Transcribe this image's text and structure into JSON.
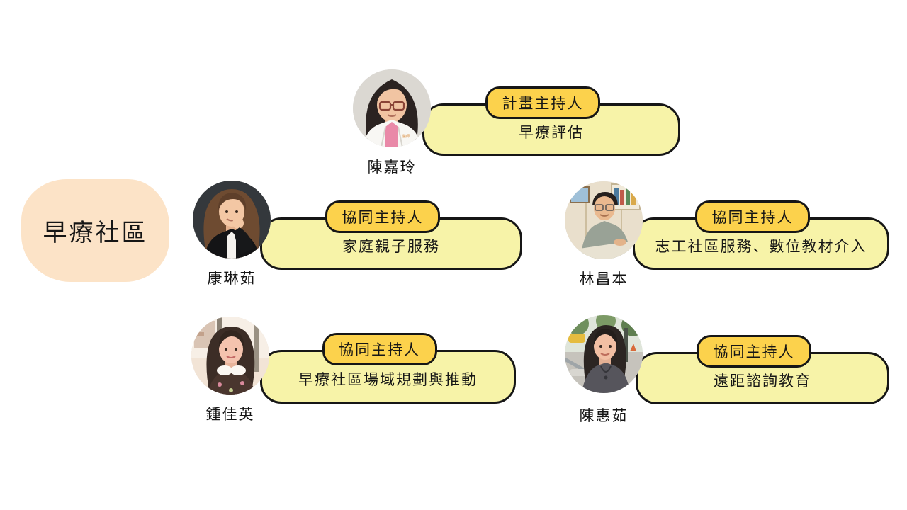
{
  "root": {
    "label": "早療社區"
  },
  "colors": {
    "background": "#FFFFFF",
    "root_fill": "#FCE3C7",
    "panel_fill": "#F7F3A8",
    "badge_fill": "#FCD24C",
    "outline": "#161616"
  },
  "members": [
    {
      "name": "陳嘉玲",
      "role": "計畫主持人",
      "duty": "早療評估",
      "avatar_alt": "woman with glasses in white lab coat, gray studio background"
    },
    {
      "name": "康琳茹",
      "role": "協同主持人",
      "duty": "家庭親子服務",
      "avatar_alt": "woman with long brown hair in black blazer, dark background"
    },
    {
      "name": "林昌本",
      "role": "協同主持人",
      "duty": "志工社區服務、數位教材介入",
      "avatar_alt": "man with glasses in gray shirt sitting at office desk with bookshelf"
    },
    {
      "name": "鍾佳英",
      "role": "協同主持人",
      "duty": "早療社區場域規劃與推動",
      "avatar_alt": "woman with long dark hair, white collar and floral dress, inside vehicle"
    },
    {
      "name": "陳惠茹",
      "role": "協同主持人",
      "duty": "遠距諮詢教育",
      "avatar_alt": "woman with dark hair in gray dress seated outdoors on a street bench"
    }
  ]
}
